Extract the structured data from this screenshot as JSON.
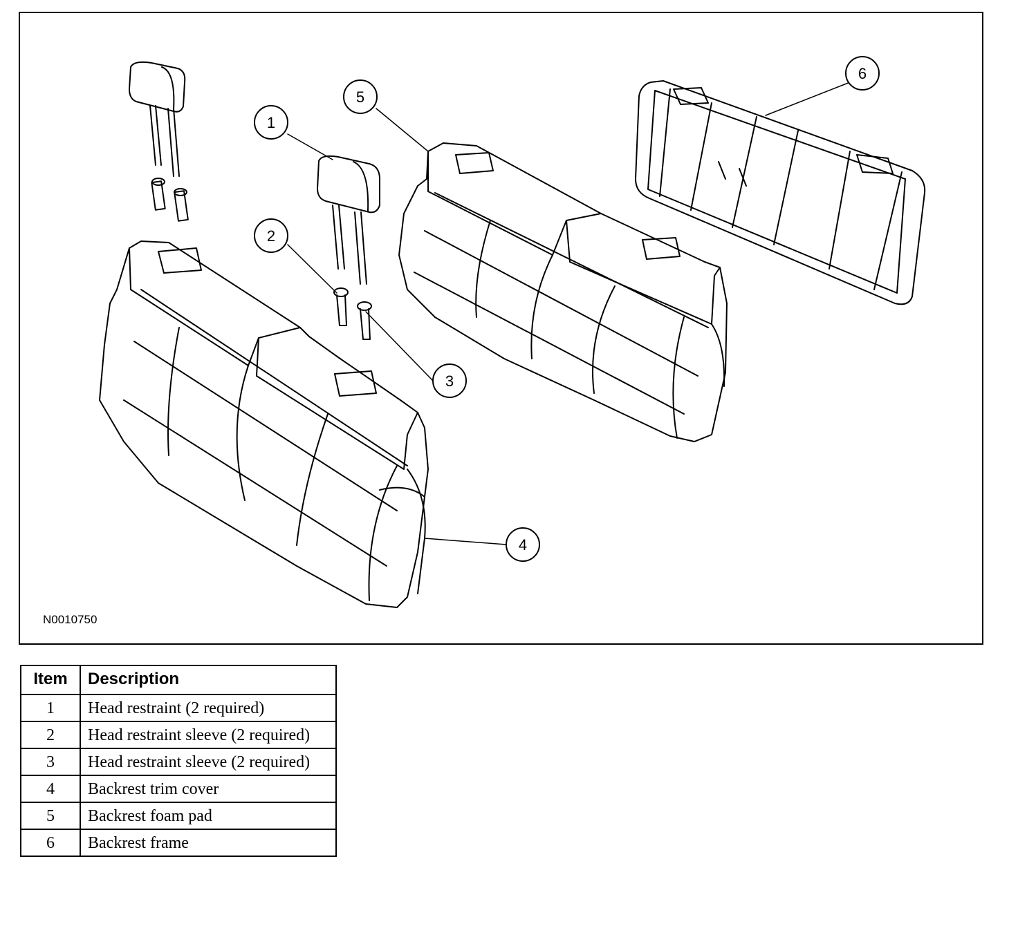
{
  "figure": {
    "id_label": "N0010750",
    "callouts": [
      "1",
      "2",
      "3",
      "4",
      "5",
      "6"
    ]
  },
  "legend": {
    "headers": {
      "item": "Item",
      "description": "Description"
    },
    "rows": [
      {
        "item": "1",
        "description": "Head restraint (2 required)"
      },
      {
        "item": "2",
        "description": "Head restraint sleeve (2 required)"
      },
      {
        "item": "3",
        "description": "Head restraint sleeve (2 required)"
      },
      {
        "item": "4",
        "description": "Backrest trim cover"
      },
      {
        "item": "5",
        "description": "Backrest foam pad"
      },
      {
        "item": "6",
        "description": "Backrest frame"
      }
    ]
  }
}
